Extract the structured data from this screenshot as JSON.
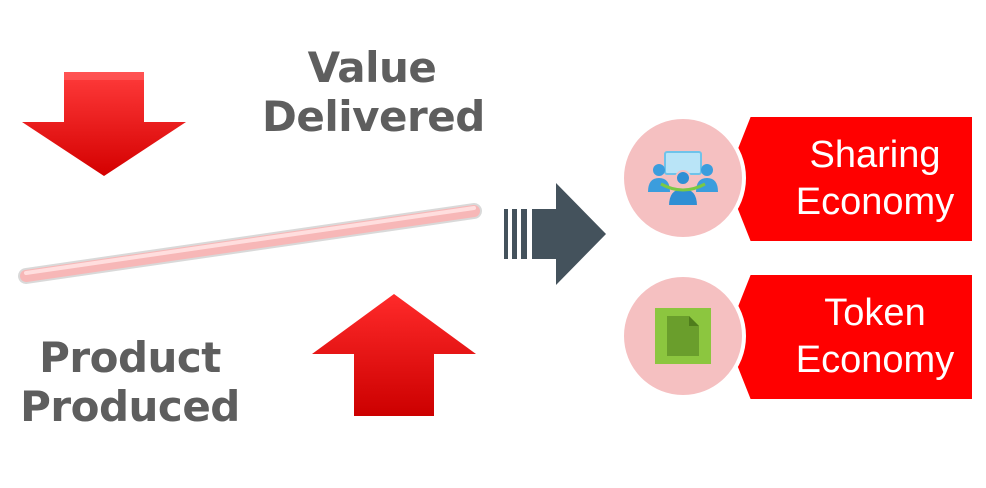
{
  "left_panel": {
    "value_label": "Value Delivered",
    "product_label": "Product Produced",
    "arrow_color": "#ee0000",
    "beam_color": "#f7b7b7"
  },
  "transition_arrow": {
    "color": "#44525c"
  },
  "items": [
    {
      "title": "Sharing Economy",
      "icon": "group-meeting-icon",
      "accent": "#ff0000",
      "circle_color": "#f5c0c1"
    },
    {
      "title": "Token Economy",
      "icon": "document-icon",
      "accent": "#ff0000",
      "circle_color": "#f5c0c1"
    }
  ]
}
